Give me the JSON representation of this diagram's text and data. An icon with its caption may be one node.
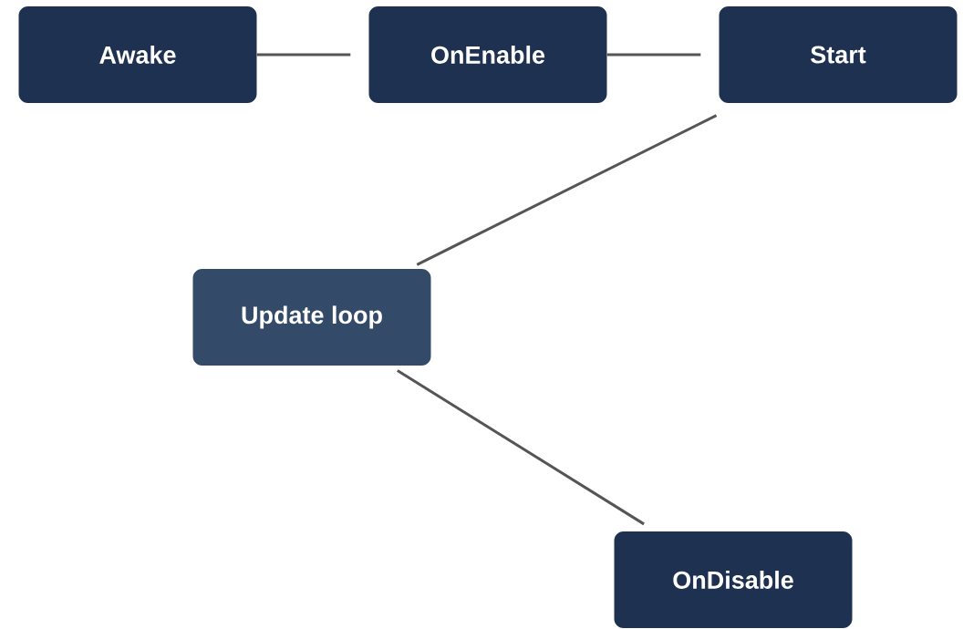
{
  "diagram": {
    "nodes": [
      {
        "text": [
          "Awake"
        ]
      },
      {
        "text": [
          "OnEnable"
        ]
      },
      {
        "text": [
          "Start"
        ]
      },
      {
        "text": [
          "Update loop"
        ]
      },
      {
        "text": [
          "OnDisable"
        ]
      }
    ],
    "edges": [
      {
        "from": 0,
        "to": 1,
        "arrow": "none"
      },
      {
        "from": 1,
        "to": 2,
        "arrow": "none"
      },
      {
        "from": 2,
        "to": 3,
        "arrow": "none"
      },
      {
        "from": 3,
        "to": 4,
        "arrow": "none"
      }
    ]
  }
}
